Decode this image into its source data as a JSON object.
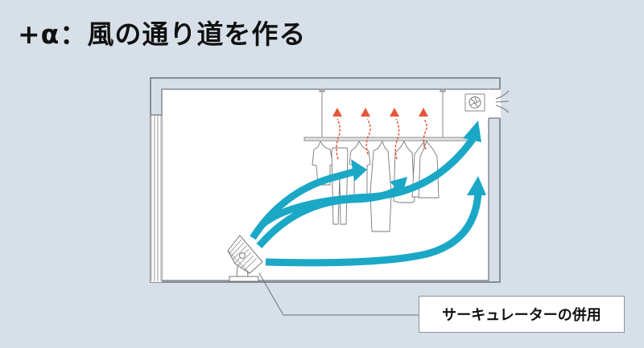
{
  "title": "+α：風の通り道を作る",
  "diagram": {
    "subject": "室内の風の流れ",
    "elements": {
      "room": "room-cross-section",
      "window": "window-left-wall",
      "exhaust_fan": "ventilation-fan",
      "clothes_rack": "hanging-pole-with-laundry",
      "circulator": "circulator-fan",
      "airflow_arrows": 4,
      "moisture_arrows": 4
    },
    "callout": {
      "label": "サーキュレーターの併用",
      "points_to": "circulator"
    }
  },
  "colors": {
    "background": "#d7e0e8",
    "room_floor": "#ffffff",
    "airflow": "#1ba8c6",
    "moisture": "#e8553a",
    "line": "#6b737b"
  }
}
